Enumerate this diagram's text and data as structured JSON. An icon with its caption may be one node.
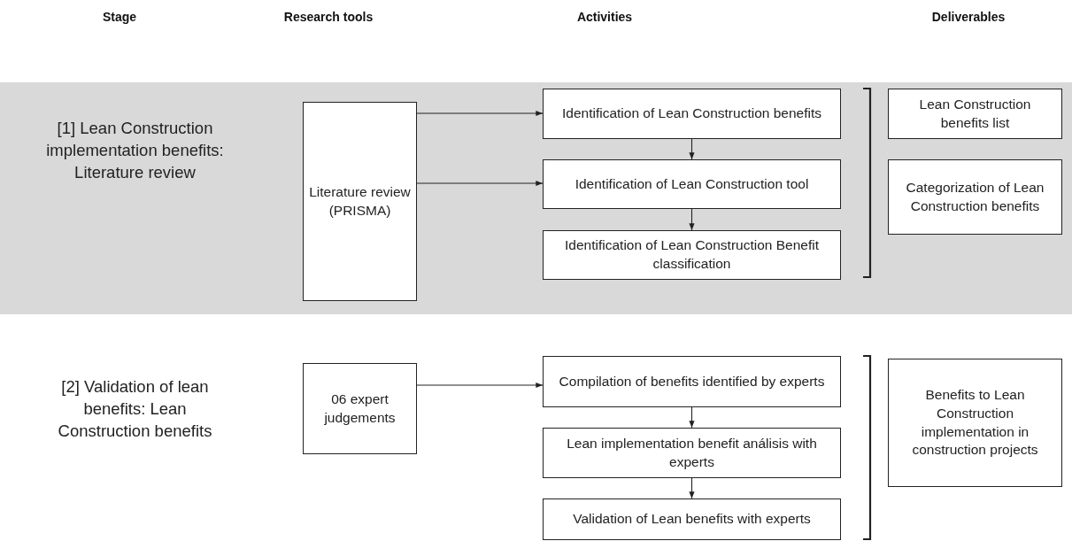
{
  "diagram": {
    "nodes": [
      {
        "text": [
          "[1] Lean Construction implementation benefits: Literature review"
        ]
      },
      {
        "text": [
          "Literature review (PRISMA)"
        ],
        "in": 0
      },
      {
        "text": [
          "Identification of Lean Construction benefits"
        ],
        "in": 0
      },
      {
        "text": [
          "Identification of Lean Construction tool"
        ],
        "in": 0
      },
      {
        "text": [
          "Identification of Lean Construction Benefit classification"
        ],
        "in": 0
      },
      {
        "text": [
          "Lean Construction benefits list"
        ],
        "in": 0
      },
      {
        "text": [
          "Categorization of Lean Construction benefits"
        ],
        "in": 0
      },
      {
        "text": [
          "06 expert judgements"
        ]
      },
      {
        "text": [
          "Compilation of benefits identified by experts"
        ]
      },
      {
        "text": [
          "Lean implementation benefit análisis with experts"
        ]
      },
      {
        "text": [
          "Validation of Lean benefits with experts"
        ]
      },
      {
        "text": [
          "Benefits to Lean Construction implementation in construction projects"
        ]
      }
    ],
    "edges": [
      {
        "from": 1,
        "to": 2,
        "arrow": "to"
      },
      {
        "from": 1,
        "to": 3,
        "arrow": "to"
      },
      {
        "from": 2,
        "to": 3,
        "arrow": "to"
      },
      {
        "from": 3,
        "to": 4,
        "arrow": "to"
      },
      {
        "from": 7,
        "to": 8,
        "arrow": "to"
      },
      {
        "from": 8,
        "to": 9,
        "arrow": "to"
      },
      {
        "from": 9,
        "to": 10,
        "arrow": "to"
      }
    ],
    "labels": [
      "Stage",
      "Research tools",
      "Activities",
      "Deliverables",
      "[2] Validation of lean benefits: Lean Construction benefits"
    ]
  }
}
